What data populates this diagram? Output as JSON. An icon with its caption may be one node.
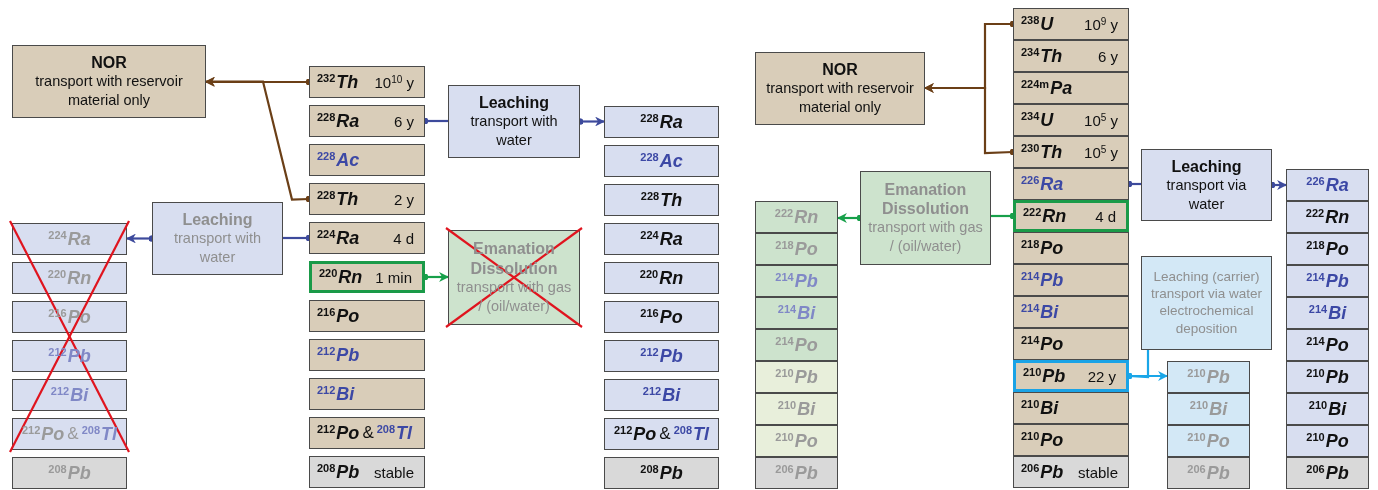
{
  "diagram": {
    "nodes": [
      {
        "text": [
          "NOR",
          "transport with reservoir material only"
        ]
      },
      {
        "text": [
          "$^{232}$Th",
          "10$^{10}$ y"
        ]
      },
      {
        "text": [
          "$^{228}$Ra",
          "6 y"
        ]
      },
      {
        "text": [
          "$^{228}$Ac"
        ]
      },
      {
        "text": [
          "$^{228}$Th",
          "2 y"
        ]
      },
      {
        "text": [
          "$^{224}$Ra",
          "4 d"
        ]
      },
      {
        "text": [
          "$^{220}$Rn",
          "1 min"
        ]
      },
      {
        "text": [
          "$^{216}$Po"
        ]
      },
      {
        "text": [
          "$^{212}$Pb"
        ]
      },
      {
        "text": [
          "$^{212}$Bi"
        ]
      },
      {
        "text": [
          "$^{212}$Po",
          "&",
          "$^{208}$Tl"
        ]
      },
      {
        "text": [
          "$^{208}$Pb",
          "stable"
        ]
      },
      {
        "text": [
          "Leaching",
          "transport with water"
        ]
      },
      {
        "text": [
          "$^{228}$Ra"
        ]
      },
      {
        "text": [
          "$^{228}$Ac"
        ]
      },
      {
        "text": [
          "$^{228}$Th"
        ]
      },
      {
        "text": [
          "$^{224}$Ra"
        ]
      },
      {
        "text": [
          "$^{220}$Rn"
        ]
      },
      {
        "text": [
          "$^{216}$Po"
        ]
      },
      {
        "text": [
          "$^{212}$Pb"
        ]
      },
      {
        "text": [
          "$^{212}$Bi"
        ]
      },
      {
        "text": [
          "$^{212}$Po",
          "&",
          "$^{208}$Tl"
        ]
      },
      {
        "text": [
          "$^{208}$Pb"
        ]
      },
      {
        "text": [
          "Leaching",
          "transport with water"
        ]
      },
      {
        "text": [
          "$^{224}$Ra"
        ]
      },
      {
        "text": [
          "$^{220}$Rn"
        ]
      },
      {
        "text": [
          "$^{216}$Po"
        ]
      },
      {
        "text": [
          "$^{212}$Pb"
        ]
      },
      {
        "text": [
          "$^{212}$Bi"
        ]
      },
      {
        "text": [
          "$^{212}$Po",
          "&",
          "$^{208}$Tl"
        ]
      },
      {
        "text": [
          "$^{208}$Pb"
        ]
      },
      {
        "text": [
          "Emanation Dissolution",
          "transport with gas / (oil/water)"
        ]
      },
      {
        "text": [
          "NOR",
          "transport with reservoir material only"
        ]
      },
      {
        "text": [
          "$^{238}$U",
          "10$^{9}$ y"
        ]
      },
      {
        "text": [
          "$^{234}$Th",
          "6 y"
        ]
      },
      {
        "text": [
          "$^{224m}$Pa"
        ]
      },
      {
        "text": [
          "$^{234}$U",
          "10$^{5}$ y"
        ]
      },
      {
        "text": [
          "$^{230}$Th",
          "10$^{5}$ y"
        ]
      },
      {
        "text": [
          "$^{226}$Ra"
        ]
      },
      {
        "text": [
          "$^{222}$Rn",
          "4 d"
        ]
      },
      {
        "text": [
          "$^{218}$Po"
        ]
      },
      {
        "text": [
          "$^{214}$Pb"
        ]
      },
      {
        "text": [
          "$^{214}$Bi"
        ]
      },
      {
        "text": [
          "$^{214}$Po"
        ]
      },
      {
        "text": [
          "$^{210}$Pb",
          "22 y"
        ]
      },
      {
        "text": [
          "$^{210}$Bi"
        ]
      },
      {
        "text": [
          "$^{210}$Po"
        ]
      },
      {
        "text": [
          "$^{206}$Pb",
          "stable"
        ]
      },
      {
        "text": [
          "Emanation Dissolution",
          "transport with gas / (oil/water)"
        ]
      },
      {
        "text": [
          "$^{222}$Rn"
        ]
      },
      {
        "text": [
          "$^{218}$Po"
        ]
      },
      {
        "text": [
          "$^{214}$Pb"
        ]
      },
      {
        "text": [
          "$^{214}$Bi"
        ]
      },
      {
        "text": [
          "$^{214}$Po"
        ]
      },
      {
        "text": [
          "$^{210}$Pb"
        ]
      },
      {
        "text": [
          "$^{210}$Bi"
        ]
      },
      {
        "text": [
          "$^{210}$Po"
        ]
      },
      {
        "text": [
          "$^{206}$Pb"
        ]
      },
      {
        "text": [
          "Leaching",
          "transport via water"
        ]
      },
      {
        "text": [
          "$^{226}$Ra"
        ]
      },
      {
        "text": [
          "$^{222}$Rn"
        ]
      },
      {
        "text": [
          "$^{218}$Po"
        ]
      },
      {
        "text": [
          "$^{214}$Pb"
        ]
      },
      {
        "text": [
          "$^{214}$Bi"
        ]
      },
      {
        "text": [
          "$^{214}$Po"
        ]
      },
      {
        "text": [
          "$^{210}$Pb"
        ]
      },
      {
        "text": [
          "$^{210}$Bi"
        ]
      },
      {
        "text": [
          "$^{210}$Po"
        ]
      },
      {
        "text": [
          "$^{206}$Pb"
        ]
      },
      {
        "text": [
          "Leaching (carrier)",
          "transport via water electrochemical deposition"
        ]
      },
      {
        "text": [
          "$^{210}$Pb"
        ]
      },
      {
        "text": [
          "$^{210}$Bi"
        ]
      },
      {
        "text": [
          "$^{210}$Po"
        ]
      },
      {
        "text": [
          "$^{206}$Pb"
        ]
      }
    ],
    "edges": [
      {
        "from": 1,
        "to": 0,
        "arrow": "to",
        "color": "#6b3f17"
      },
      {
        "from": 4,
        "to": 0,
        "arrow": "to",
        "color": "#6b3f17"
      },
      {
        "from": 2,
        "to": 12,
        "arrow": "other",
        "color": "#3d4a9c"
      },
      {
        "from": 12,
        "to": 13,
        "arrow": "to",
        "color": "#3d4a9c"
      },
      {
        "from": 5,
        "to": 23,
        "arrow": "other",
        "color": "#3d4a9c"
      },
      {
        "from": 23,
        "to": 24,
        "arrow": "to",
        "color": "#3d4a9c"
      },
      {
        "from": 6,
        "to": 31,
        "arrow": "to",
        "color": "#17a04a"
      },
      {
        "from": 33,
        "to": 32,
        "arrow": "to",
        "color": "#6b3f17"
      },
      {
        "from": 37,
        "to": 32,
        "arrow": "to",
        "color": "#6b3f17"
      },
      {
        "from": 39,
        "to": 48,
        "arrow": "other",
        "color": "#17a04a"
      },
      {
        "from": 48,
        "to": 49,
        "arrow": "to",
        "color": "#17a04a"
      },
      {
        "from": 38,
        "to": 58,
        "arrow": "other",
        "color": "#3d4a9c"
      },
      {
        "from": 58,
        "to": 59,
        "arrow": "to",
        "color": "#3d4a9c"
      },
      {
        "from": 44,
        "to": 70,
        "arrow": "to",
        "color": "#19a6e8"
      },
      {
        "from": 44,
        "to": 69,
        "arrow": "other",
        "color": "#19a6e8"
      }
    ]
  }
}
